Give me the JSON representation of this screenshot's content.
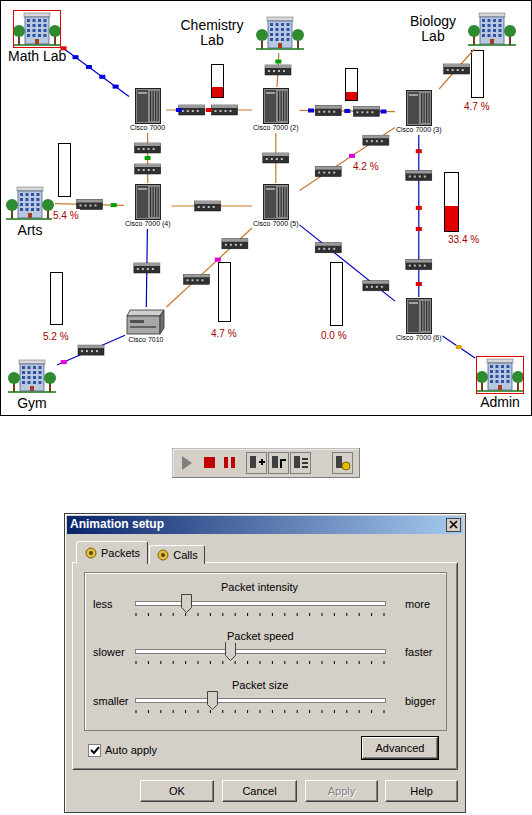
{
  "diagram": {
    "nodes": [
      {
        "text": [
          "Math Lab"
        ]
      },
      {
        "text": [
          "Chemistry Lab"
        ]
      },
      {
        "text": [
          "Biology Lab"
        ]
      },
      {
        "text": [
          "Arts"
        ]
      },
      {
        "text": [
          "Gym"
        ]
      },
      {
        "text": [
          "Admin"
        ]
      },
      {
        "text": [
          "Cisco 7000"
        ]
      },
      {
        "text": [
          "Cisco 7000 (2)"
        ]
      },
      {
        "text": [
          "Cisco 7000 (3)"
        ]
      },
      {
        "text": [
          "Cisco 7000 (4)"
        ]
      },
      {
        "text": [
          "Cisco 7000 (5)"
        ]
      },
      {
        "text": [
          "Cisco 7000 (6)"
        ]
      },
      {
        "text": [
          "Cisco 7010"
        ]
      },
      {
        "text": [
          "Animation setup"
        ]
      },
      {
        "text": [
          "Packets"
        ],
        "in": 13
      },
      {
        "text": [
          "Calls"
        ],
        "in": 13
      },
      {
        "text": [
          "Advanced"
        ],
        "in": 13
      },
      {
        "text": [
          "OK"
        ],
        "in": 13
      },
      {
        "text": [
          "Cancel"
        ],
        "in": 13
      },
      {
        "text": [
          "Apply"
        ],
        "in": 13
      },
      {
        "text": [
          "Help"
        ],
        "in": 13
      }
    ],
    "edges": [
      {
        "from": 0,
        "to": 6,
        "arrow": "none"
      },
      {
        "from": 1,
        "to": 7,
        "arrow": "none"
      },
      {
        "from": 2,
        "to": 8,
        "arrow": "none"
      },
      {
        "from": 6,
        "to": 7,
        "arrow": "none"
      },
      {
        "from": 7,
        "to": 8,
        "arrow": "none"
      },
      {
        "from": 6,
        "to": 9,
        "arrow": "none"
      },
      {
        "from": 9,
        "to": 3,
        "arrow": "none"
      },
      {
        "from": 9,
        "to": 10,
        "arrow": "none"
      },
      {
        "from": 7,
        "to": 10,
        "arrow": "none"
      },
      {
        "from": 10,
        "to": 8,
        "arrow": "none"
      },
      {
        "from": 8,
        "to": 11,
        "arrow": "none"
      },
      {
        "from": 10,
        "to": 11,
        "arrow": "none"
      },
      {
        "from": 11,
        "to": 5,
        "arrow": "none"
      },
      {
        "from": 9,
        "to": 12,
        "arrow": "none"
      },
      {
        "from": 12,
        "to": 4,
        "arrow": "none"
      },
      {
        "from": 12,
        "to": 10,
        "arrow": "none"
      }
    ],
    "labels": [
      "4.7 %",
      "4.2 %",
      "5.4 %",
      "33.4 %",
      "5.2 %",
      "4.7 %",
      "0.0 %",
      "Packet intensity",
      "less",
      "more",
      "Packet speed",
      "slower",
      "faster",
      "Packet size",
      "smaller",
      "bigger",
      "Auto apply"
    ]
  }
}
